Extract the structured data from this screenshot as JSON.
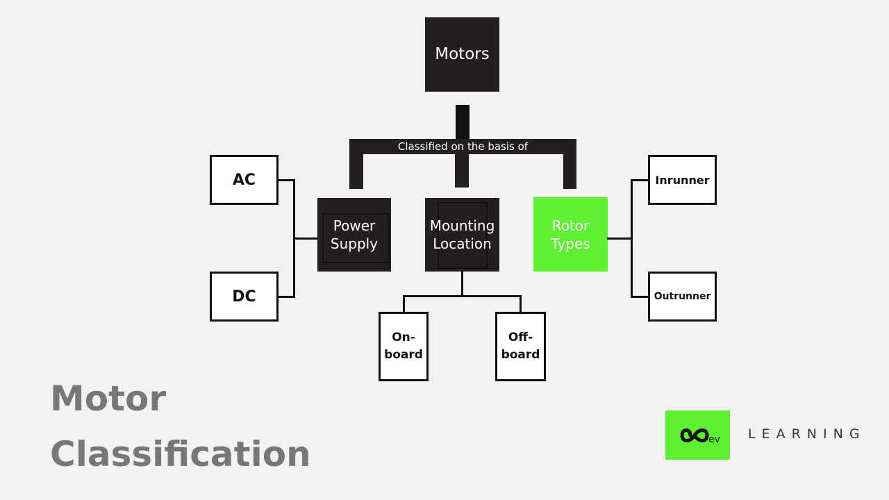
{
  "diagram": {
    "root": "Motors",
    "connector_label": "Classified on the basis of",
    "categories": [
      {
        "label_line1": "Power",
        "label_line2": "Supply",
        "children": [
          "AC",
          "DC"
        ]
      },
      {
        "label_line1": "Mounting",
        "label_line2": "Location",
        "children": [
          [
            "On-",
            "board"
          ],
          [
            "Off-",
            "board"
          ]
        ]
      },
      {
        "label_line1": "Rotor",
        "label_line2": "Types",
        "children": [
          "Inrunner",
          "Outrunner"
        ]
      }
    ]
  },
  "title": {
    "line1": "Motor",
    "line2": "Classification"
  },
  "brand": {
    "logo_mark": "ev",
    "text": "LEARNING"
  },
  "colors": {
    "background": "#f2f2f2",
    "dark_box": "#231f20",
    "accent_green": "#5ef033",
    "title_gray": "#777777"
  }
}
